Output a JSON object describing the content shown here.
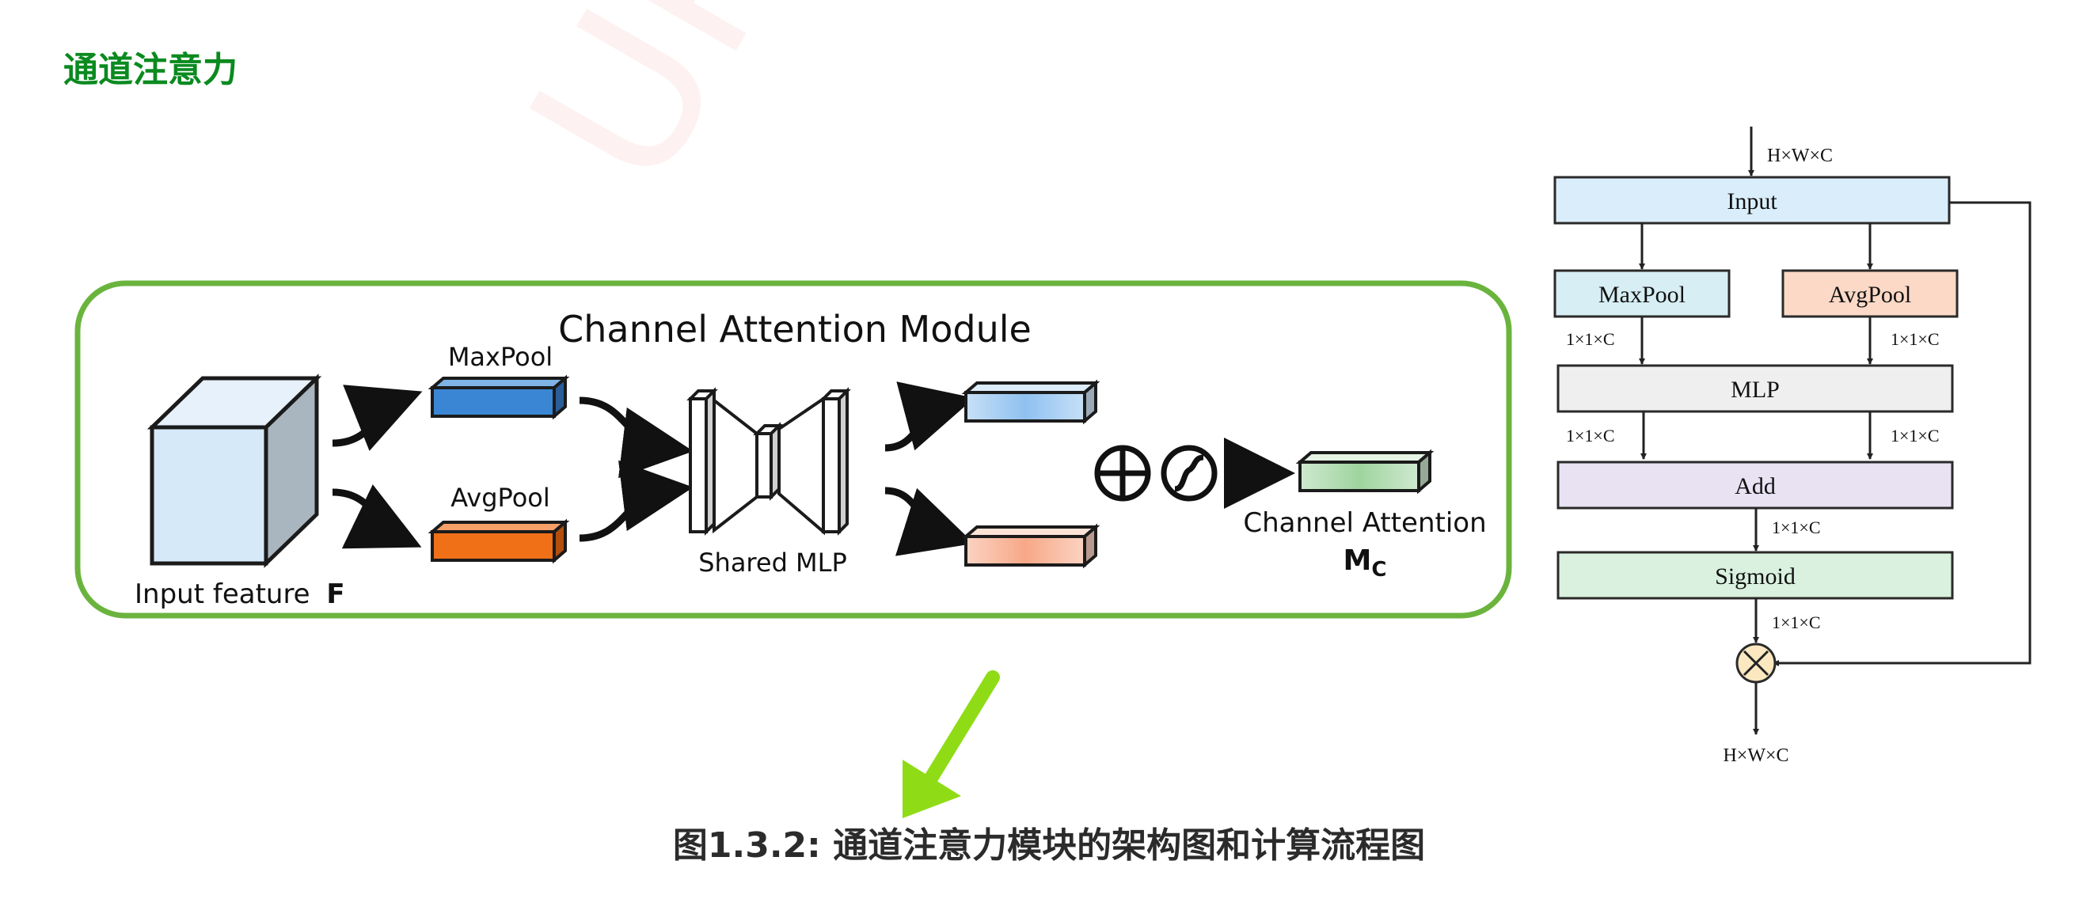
{
  "section_title": "通道注意力",
  "caption": "图1.3.2: 通道注意力模块的架构图和计算流程图",
  "watermark": "UP科研",
  "colors": {
    "title_green": "#0a8a1f",
    "module_border": "#6ab43e",
    "pointer_arrow": "#8fdc16",
    "maxpool_blue": "#3a86d4",
    "avgpool_orange": "#f07018",
    "input_box": "#d9eefa",
    "maxpool_box": "#d6eef4",
    "avgpool_box": "#fbd9c6",
    "mlp_box": "#efefef",
    "add_box": "#e8e2f3",
    "sigmoid_box": "#d9f1de",
    "mult_circle": "#fbe8c0"
  },
  "module_diagram": {
    "title": "Channel Attention Module",
    "maxpool_label": "MaxPool",
    "avgpool_label": "AvgPool",
    "input_label": "Input feature",
    "input_symbol": "F",
    "mlp_label": "Shared MLP",
    "output_label": "Channel Attention",
    "output_symbol": "M",
    "output_subscript": "C"
  },
  "flow_chart": {
    "input_dims": "H×W×C",
    "input_box": "Input",
    "maxpool_box": "MaxPool",
    "avgpool_box": "AvgPool",
    "dim_after_pool_left": "1×1×C",
    "dim_after_pool_right": "1×1×C",
    "mlp_box": "MLP",
    "dim_after_mlp_left": "1×1×C",
    "dim_after_mlp_right": "1×1×C",
    "add_box": "Add",
    "dim_after_add": "1×1×C",
    "sigmoid_box": "Sigmoid",
    "dim_after_sigmoid": "1×1×C",
    "multiply_symbol": "×",
    "output_dims": "H×W×C"
  }
}
